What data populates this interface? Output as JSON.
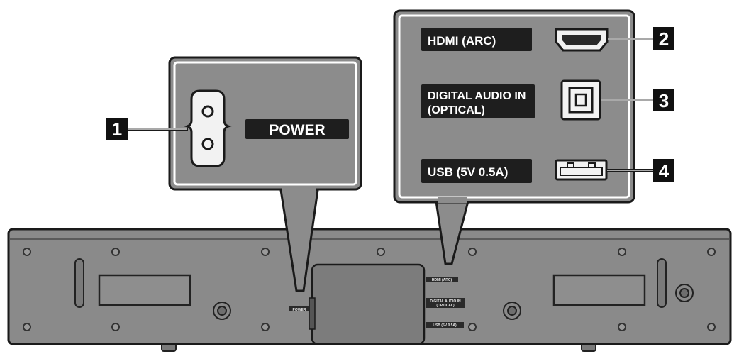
{
  "callouts": {
    "power": {
      "number": "1",
      "label": "POWER"
    },
    "hdmi": {
      "number": "2",
      "label": "HDMI (ARC)"
    },
    "optical": {
      "number": "3",
      "label_line1": "DIGITAL AUDIO IN",
      "label_line2": "(OPTICAL)"
    },
    "usb": {
      "number": "4",
      "label": "USB (5V 0.5A)"
    }
  },
  "panel_labels": {
    "power": "POWER",
    "hdmi": "HDMI (ARC)",
    "optical_line1": "DIGITAL AUDIO IN",
    "optical_line2": "(OPTICAL)",
    "usb": "USB (5V 0.5A)"
  },
  "colors": {
    "panel": "#8c8c8c",
    "label_bg": "#1e1e1e",
    "outline": "#1a1a1a",
    "bar": "#8a8a8a",
    "bar_dark": "#6e6e6e",
    "port_face": "#f2f2f2"
  }
}
